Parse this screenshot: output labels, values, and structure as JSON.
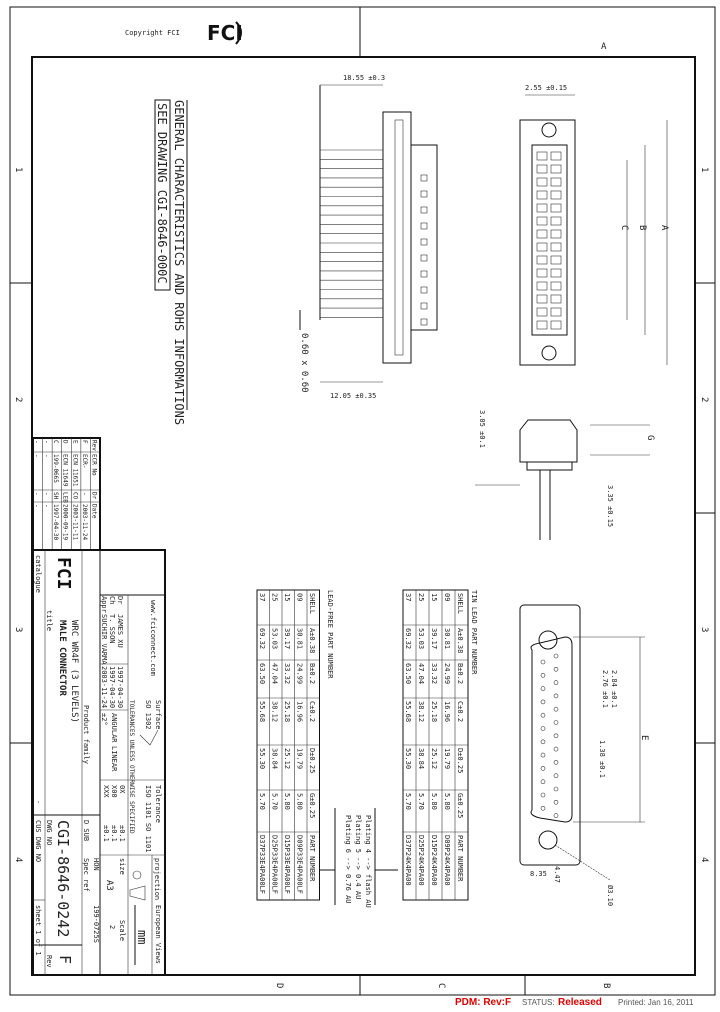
{
  "header": {
    "copyright": "Copyright FCI",
    "logo_text": "FCI"
  },
  "zones": {
    "top": [
      "A"
    ],
    "bottom": [
      "D",
      "C",
      "B"
    ],
    "right": [
      "1",
      "2",
      "3",
      "4"
    ],
    "left": [
      "1",
      "2",
      "3",
      "4"
    ]
  },
  "general_note": {
    "line1": "GENERAL CHARACTERISTICS AND ROHS INFORMATIONS",
    "line2": "SEE DRAWING CGI-8646-000C"
  },
  "side_view": {
    "dim_length": "18.55 ±0.3",
    "dim_pin": "0.60 x 0.60",
    "dim_tail": "12.05 ±0.35"
  },
  "front_view": {
    "dim_width": "2.55 ±0.15",
    "dim_a": "A",
    "dim_b": "B",
    "dim_c": "C"
  },
  "profile_view": {
    "dim_g": "G",
    "dim_height": "3.05 ±0.1",
    "dim_pin": "3.35 ±0.15"
  },
  "face_view": {
    "dim_e": "E",
    "dim_offset": "8.35",
    "dim_offset2": "4.47",
    "dim_hole": "Ø3.10",
    "pitch1": "2.76 ±0.1",
    "pitch2": "2.84 ±0.1",
    "pitch3": "1.38 ±0.1"
  },
  "tin_lead_table": {
    "title": "TIN LEAD PART NUMBER",
    "headers": [
      "SHELL",
      "A±0.38",
      "B±0.2",
      "C±0.2",
      "D±0.25",
      "G±0.25",
      "PART NUMBER"
    ],
    "rows": [
      [
        "09",
        "30.81",
        "24.99",
        "16.96",
        "19.79",
        "5.80",
        "D09P24K4PA00"
      ],
      [
        "15",
        "39.17",
        "33.32",
        "25.18",
        "25.12",
        "5.80",
        "D15P24K4PA00"
      ],
      [
        "25",
        "53.03",
        "47.04",
        "38.12",
        "38.84",
        "5.70",
        "D25P24K4PA00"
      ],
      [
        "37",
        "69.32",
        "63.50",
        "55.68",
        "55.30",
        "5.70",
        "D37P24K4PA00"
      ]
    ]
  },
  "lead_free_table": {
    "title": "LEAD-FREE PART NUMBER",
    "headers": [
      "SHELL",
      "A±0.38",
      "B±0.2",
      "C±0.2",
      "D±0.25",
      "G±0.25",
      "PART NUMBER"
    ],
    "rows": [
      [
        "09",
        "30.81",
        "24.99",
        "16.96",
        "19.79",
        "5.80",
        "D09P33E4PA00LF"
      ],
      [
        "15",
        "39.17",
        "33.32",
        "25.18",
        "25.12",
        "5.80",
        "D15P33E4PA00LF"
      ],
      [
        "25",
        "53.03",
        "47.04",
        "38.12",
        "38.84",
        "5.70",
        "D25P33E4PA00LF"
      ],
      [
        "37",
        "69.32",
        "63.50",
        "55.68",
        "55.30",
        "5.70",
        "D37P33E4PA00LF"
      ]
    ]
  },
  "plating_notes": [
    "Plating 4 --> flash AU",
    "Plating 5 --> 0.4 AU",
    "Plating 6 --> 0.76 AU"
  ],
  "revision_table": {
    "rows": [
      [
        "F",
        "ECR-",
        "-",
        "2003-11-24"
      ],
      [
        "E",
        "ECN 11651",
        "CO",
        "2003-11-11"
      ],
      [
        "D",
        "ECN 11649",
        "LEB",
        "2000-09-19"
      ],
      [
        "C",
        "199-0665",
        "SH",
        "1997-04-30"
      ],
      [
        "-",
        "-",
        "-",
        "-"
      ],
      [
        "-",
        "-",
        "-",
        "-"
      ]
    ],
    "headers": [
      "Rev",
      "ECR No",
      "Dr",
      "Date"
    ]
  },
  "title_block": {
    "logo_text": "FCI",
    "website": "www.fciconnect.com",
    "catalogue_label": "catalogue",
    "catalogue_value": "-",
    "title_label": "title",
    "title_line1": "MALE CONNECTOR",
    "title_line2": "WRC WR4F (3 LEVELS)",
    "dwg_label": "DWG NO",
    "dwg_no": "CGI-8646-0242",
    "cus_dwg_label": "CUS DWG NO",
    "sheet": "sheet 1 of 1",
    "rev_label": "Rev",
    "rev": "F",
    "approvals": [
      {
        "role": "Dr",
        "name": "JAMES XU",
        "date": "1997-04-30"
      },
      {
        "role": "Ch",
        "name": "T. SSON",
        "date": "1997-04-30"
      },
      {
        "role": "Appr",
        "name": "SUCHIR VARMA",
        "date": "2003-11-24"
      }
    ],
    "product_family_label": "Product family",
    "product_family": "D SUB",
    "spec_ref_label": "Spec ref",
    "spec_ref_code": "HON",
    "spec_ref": "199-0725S",
    "surface_label": "Surface",
    "surface_std": "SO 1302",
    "tolerances_label": "TOLERANCES UNLESS OTHERWISE SPECIFIED",
    "general_tol": "ISO 1101 SO 1101",
    "tolerance_label": "Tolerance",
    "angular_label": "ANGULAR",
    "angular_value": "±2°",
    "linear_label": "LINEAR",
    "tol_rows": [
      [
        "0X",
        "±0.1"
      ],
      [
        "X00",
        "±0.1"
      ],
      [
        "XXX",
        "±0.1"
      ]
    ],
    "projection_label": "projection",
    "size_label": "size",
    "size": "A3",
    "scale_label": "Scale",
    "scale": "2",
    "units": "mm",
    "views": "European Views"
  },
  "footer": {
    "pdm": "PDM: Rev:F",
    "status_label": "STATUS:",
    "status": "Released",
    "printed": "Printed: Jan 16, 2011"
  },
  "colors": {
    "line": "#111111",
    "status_red": "#e00000"
  }
}
